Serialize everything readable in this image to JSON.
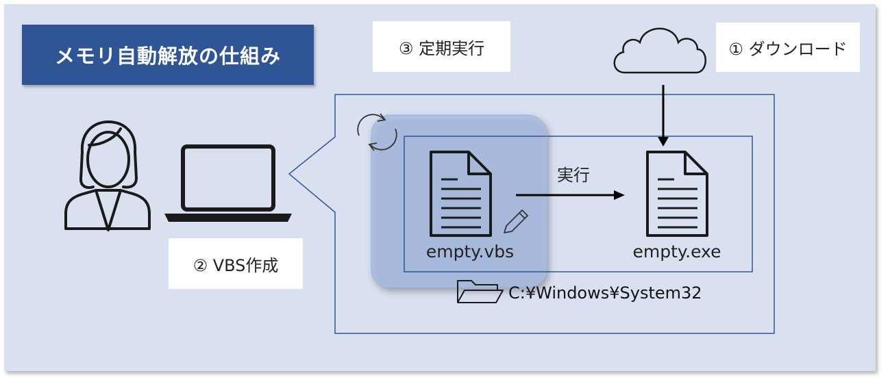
{
  "title": "メモリ自動解放の仕組み",
  "steps": {
    "download": "① ダウンロード",
    "create_vbs": "② VBS作成",
    "scheduled_run": "③ 定期実行"
  },
  "files": {
    "vbs": "empty.vbs",
    "exe": "empty.exe"
  },
  "arrow_label": "実行",
  "folder_path": "C:¥Windows¥System32",
  "icons": [
    "person-icon",
    "laptop-icon",
    "cloud-icon",
    "refresh-icon",
    "document-icon",
    "pencil-icon",
    "folder-icon"
  ],
  "colors": {
    "panel": "#d9e1f1",
    "title_bg": "#2f5597",
    "frame_border": "#2f5597",
    "highlight": "#a9bde3"
  }
}
